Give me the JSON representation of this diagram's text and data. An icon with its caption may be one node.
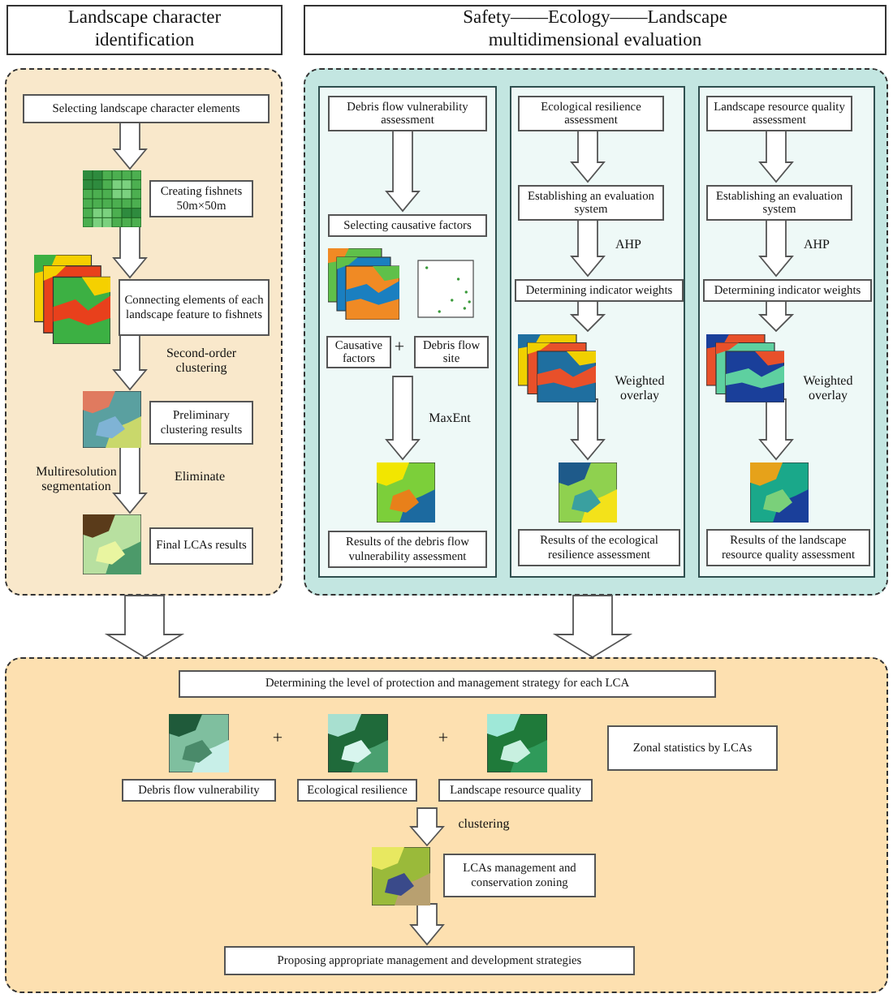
{
  "diagram": {
    "nodes": [
      {
        "text": [
          "Landscape character identification"
        ]
      },
      {
        "text": [
          "Safety——Ecology——Landscape multidimensional evaluation"
        ]
      },
      {
        "text": [],
        "shape": "box"
      },
      {
        "text": [
          "Selecting landscape character elements"
        ],
        "in": 2
      },
      {
        "text": [],
        "shape": "picture",
        "in": 2
      },
      {
        "text": [
          "Creating fishnets 50m×50m"
        ],
        "in": 2
      },
      {
        "text": [],
        "shape": "picture",
        "in": 2
      },
      {
        "text": [
          "Connecting elements of each landscape feature to fishnets"
        ],
        "in": 2
      },
      {
        "text": [],
        "shape": "picture",
        "in": 2
      },
      {
        "text": [
          "Preliminary clustering results"
        ],
        "in": 2
      },
      {
        "text": [],
        "shape": "picture",
        "in": 2
      },
      {
        "text": [
          "Final LCAs results"
        ],
        "in": 2
      },
      {
        "text": [],
        "shape": "box"
      },
      {
        "text": [],
        "shape": "box",
        "in": 12
      },
      {
        "text": [
          "Debris flow vulnerability assessment"
        ],
        "in": 13
      },
      {
        "text": [
          "Selecting causative factors"
        ],
        "in": 13
      },
      {
        "text": [],
        "shape": "picture",
        "in": 13
      },
      {
        "text": [],
        "shape": "picture",
        "in": 13
      },
      {
        "text": [
          "Causative factors"
        ],
        "in": 13
      },
      {
        "text": [
          "Debris flow site"
        ],
        "in": 13
      },
      {
        "text": [],
        "shape": "picture",
        "in": 13
      },
      {
        "text": [
          "Results of the debris flow vulnerability assessment"
        ],
        "in": 13
      },
      {
        "text": [],
        "shape": "box",
        "in": 12
      },
      {
        "text": [
          "Ecological resilience assessment"
        ],
        "in": 22
      },
      {
        "text": [
          "Establishing an evaluation system"
        ],
        "in": 22
      },
      {
        "text": [
          "Determining indicator weights"
        ],
        "in": 22
      },
      {
        "text": [],
        "shape": "picture",
        "in": 22
      },
      {
        "text": [],
        "shape": "picture",
        "in": 22
      },
      {
        "text": [
          "Results of the ecological resilience assessment"
        ],
        "in": 22
      },
      {
        "text": [],
        "shape": "box",
        "in": 12
      },
      {
        "text": [
          "Landscape resource quality assessment"
        ],
        "in": 29
      },
      {
        "text": [
          "Establishing an evaluation system"
        ],
        "in": 29
      },
      {
        "text": [
          "Determining indicator weights"
        ],
        "in": 29
      },
      {
        "text": [],
        "shape": "picture",
        "in": 29
      },
      {
        "text": [],
        "shape": "picture",
        "in": 29
      },
      {
        "text": [
          "Results of the landscape resource quality assessment"
        ],
        "in": 29
      },
      {
        "text": [],
        "shape": "box"
      },
      {
        "text": [
          "Determining the level of protection and management strategy for each LCA"
        ],
        "in": 36
      },
      {
        "text": [],
        "shape": "picture",
        "in": 36
      },
      {
        "text": [],
        "shape": "picture",
        "in": 36
      },
      {
        "text": [],
        "shape": "picture",
        "in": 36
      },
      {
        "text": [
          "Debris flow vulnerability"
        ],
        "in": 36
      },
      {
        "text": [
          "Ecological resilience"
        ],
        "in": 36
      },
      {
        "text": [
          "Landscape resource quality"
        ],
        "in": 36
      },
      {
        "text": [
          "Zonal statistics by LCAs"
        ],
        "in": 36
      },
      {
        "text": [],
        "shape": "picture",
        "in": 36
      },
      {
        "text": [
          "LCAs management and conservation zoning"
        ],
        "in": 36
      },
      {
        "text": [
          "Proposing appropriate management and development strategies"
        ],
        "in": 36
      }
    ],
    "edges": [
      {
        "from": 3,
        "to": 4,
        "arrow": "to"
      },
      {
        "from": 4,
        "to": 7,
        "arrow": "to"
      },
      {
        "from": 7,
        "to": 8,
        "arrow": "to",
        "label": "Second-order clustering"
      },
      {
        "from": 8,
        "to": 10,
        "arrow": "to",
        "label": "Multiresolution segmentation"
      },
      {
        "from": 14,
        "to": 15,
        "arrow": "to"
      },
      {
        "from": null,
        "to": 20,
        "arrow": "to",
        "label": "MaxEnt"
      },
      {
        "from": 23,
        "to": 24,
        "arrow": "to"
      },
      {
        "from": 24,
        "to": 25,
        "arrow": "to",
        "label": "AHP"
      },
      {
        "from": 25,
        "to": 26,
        "arrow": "to"
      },
      {
        "from": 26,
        "to": 27,
        "arrow": "to"
      },
      {
        "from": 30,
        "to": 31,
        "arrow": "to"
      },
      {
        "from": 31,
        "to": 32,
        "arrow": "to",
        "label": "AHP"
      },
      {
        "from": 32,
        "to": 33,
        "arrow": "to"
      },
      {
        "from": 33,
        "to": 34,
        "arrow": "to"
      },
      {
        "from": 2,
        "to": 36,
        "arrow": "to"
      },
      {
        "from": 12,
        "to": 36,
        "arrow": "to"
      },
      {
        "from": null,
        "to": 45,
        "arrow": "to",
        "label": "clustering"
      },
      {
        "from": 45,
        "to": 47,
        "arrow": "to"
      }
    ],
    "labels": [
      "Eliminate",
      "+",
      "Weighted overlay",
      "Weighted overlay",
      "+",
      "+"
    ]
  }
}
